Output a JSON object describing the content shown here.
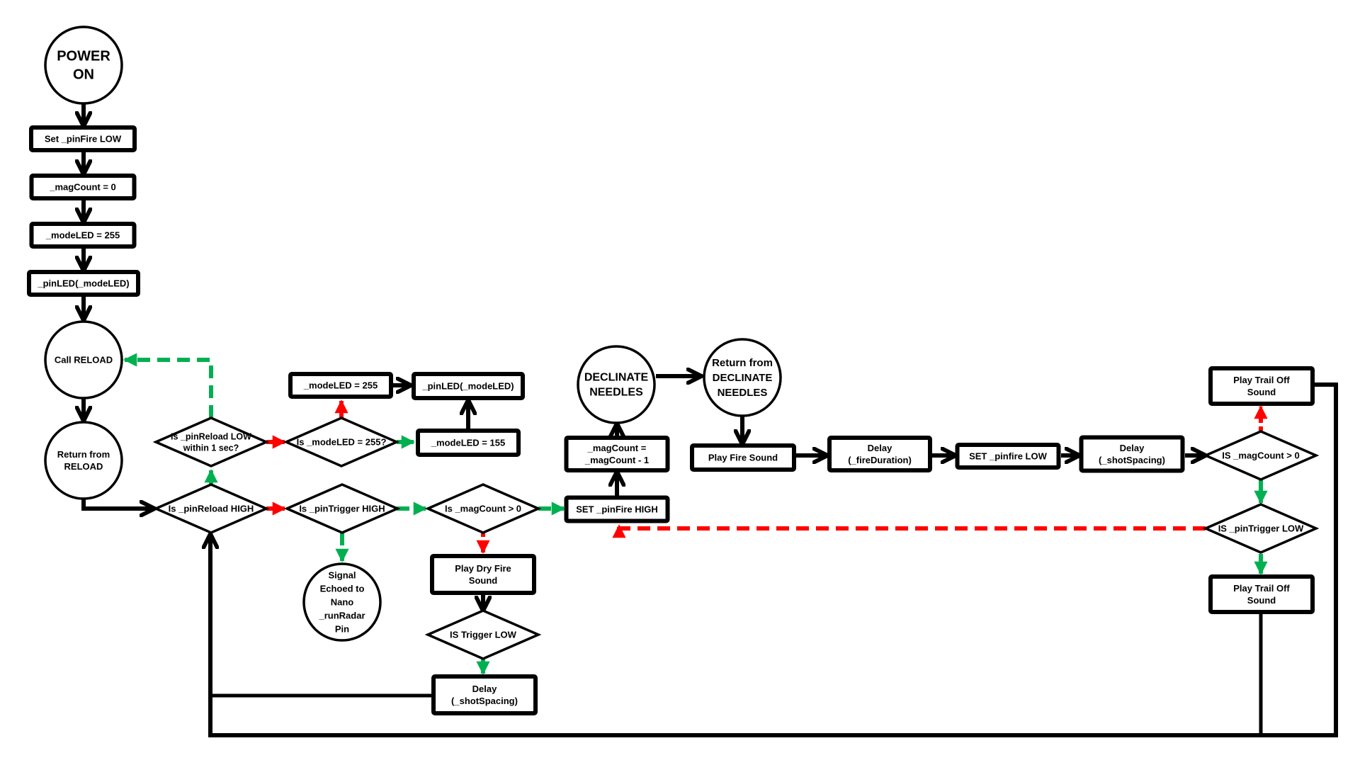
{
  "diagram": {
    "title": "Firing control flowchart",
    "colors": {
      "line": "#000000",
      "yes_branch": "#00b050",
      "no_branch": "#ff0000",
      "background": "#ffffff"
    },
    "nodes": {
      "power_on": [
        "POWER",
        "ON"
      ],
      "set_pinfire_low_init": [
        "Set _pinFire LOW"
      ],
      "magcount_zero": [
        "_magCount = 0"
      ],
      "modeled_255_init": [
        "_modeLED = 255"
      ],
      "pinled_init": [
        "_pinLED(_modeLED)"
      ],
      "call_reload": [
        "Call RELOAD"
      ],
      "return_reload": [
        "Return from",
        "RELOAD"
      ],
      "is_pinreload_high": [
        "Is _pinReload HIGH"
      ],
      "is_pinreload_low_1sec": [
        "Is _pinReload LOW",
        "within 1 sec?"
      ],
      "is_modeled_255": [
        "Is _modeLED = 255?"
      ],
      "modeled_set_255": [
        "_modeLED = 255"
      ],
      "pinled_update": [
        "_pinLED(_modeLED)"
      ],
      "modeled_set_155": [
        "_modeLED = 155"
      ],
      "is_pintrigger_high": [
        "Is _pinTrigger HIGH"
      ],
      "signal_echo": [
        "Signal",
        "Echoed to",
        "Nano",
        "_runRadar",
        "Pin"
      ],
      "is_magcount_gt0_a": [
        "Is _magCount > 0"
      ],
      "play_dry_fire": [
        "Play Dry Fire",
        "Sound"
      ],
      "is_trigger_low": [
        "IS Trigger LOW"
      ],
      "delay_shotspacing_a": [
        "Delay",
        "(_shotSpacing)"
      ],
      "set_pinfire_high": [
        "SET _pinFire HIGH"
      ],
      "magcount_decrement": [
        "_magCount =",
        "_magCount - 1"
      ],
      "declinate_needles": [
        "DECLINATE",
        "NEEDLES"
      ],
      "return_declinate": [
        "Return from",
        "DECLINATE",
        "NEEDLES"
      ],
      "play_fire_sound": [
        "Play Fire Sound"
      ],
      "delay_fireduration": [
        "Delay",
        "(_fireDuration)"
      ],
      "set_pinfire_low": [
        "SET _pinfire LOW"
      ],
      "delay_shotspacing_b": [
        "Delay",
        "(_shotSpacing)"
      ],
      "is_magcount_gt0_b": [
        "IS _magCount > 0"
      ],
      "is_pintrigger_low": [
        "IS _pinTrigger LOW"
      ],
      "play_trail_off_a": [
        "Play Trail Off",
        "Sound"
      ],
      "play_trail_off_b": [
        "Play Trail Off",
        "Sound"
      ]
    },
    "edges": [
      {
        "from": "power_on",
        "to": "set_pinfire_low_init",
        "type": "flow"
      },
      {
        "from": "set_pinfire_low_init",
        "to": "magcount_zero",
        "type": "flow"
      },
      {
        "from": "magcount_zero",
        "to": "modeled_255_init",
        "type": "flow"
      },
      {
        "from": "modeled_255_init",
        "to": "pinled_init",
        "type": "flow"
      },
      {
        "from": "pinled_init",
        "to": "call_reload",
        "type": "flow"
      },
      {
        "from": "call_reload",
        "to": "return_reload",
        "type": "flow"
      },
      {
        "from": "return_reload",
        "to": "is_pinreload_high",
        "type": "flow"
      },
      {
        "from": "is_pinreload_high",
        "to": "is_pinreload_low_1sec",
        "type": "yes"
      },
      {
        "from": "is_pinreload_high",
        "to": "is_pintrigger_high",
        "type": "no"
      },
      {
        "from": "is_pinreload_low_1sec",
        "to": "call_reload",
        "type": "yes"
      },
      {
        "from": "is_pinreload_low_1sec",
        "to": "is_modeled_255",
        "type": "no"
      },
      {
        "from": "is_modeled_255",
        "to": "modeled_set_255",
        "type": "no"
      },
      {
        "from": "is_modeled_255",
        "to": "modeled_set_155",
        "type": "yes"
      },
      {
        "from": "modeled_set_255",
        "to": "pinled_update",
        "type": "flow"
      },
      {
        "from": "modeled_set_155",
        "to": "pinled_update",
        "type": "flow"
      },
      {
        "from": "is_pintrigger_high",
        "to": "signal_echo",
        "type": "yes"
      },
      {
        "from": "is_pintrigger_high",
        "to": "is_magcount_gt0_a",
        "type": "yes"
      },
      {
        "from": "is_magcount_gt0_a",
        "to": "set_pinfire_high",
        "type": "yes"
      },
      {
        "from": "is_magcount_gt0_a",
        "to": "play_dry_fire",
        "type": "no"
      },
      {
        "from": "play_dry_fire",
        "to": "is_trigger_low",
        "type": "flow"
      },
      {
        "from": "is_trigger_low",
        "to": "delay_shotspacing_a",
        "type": "yes"
      },
      {
        "from": "delay_shotspacing_a",
        "to": "is_pinreload_high",
        "type": "flow"
      },
      {
        "from": "set_pinfire_high",
        "to": "magcount_decrement",
        "type": "flow"
      },
      {
        "from": "magcount_decrement",
        "to": "declinate_needles",
        "type": "flow"
      },
      {
        "from": "declinate_needles",
        "to": "return_declinate",
        "type": "flow"
      },
      {
        "from": "return_declinate",
        "to": "play_fire_sound",
        "type": "flow"
      },
      {
        "from": "play_fire_sound",
        "to": "delay_fireduration",
        "type": "flow"
      },
      {
        "from": "delay_fireduration",
        "to": "set_pinfire_low",
        "type": "flow"
      },
      {
        "from": "set_pinfire_low",
        "to": "delay_shotspacing_b",
        "type": "flow"
      },
      {
        "from": "delay_shotspacing_b",
        "to": "is_magcount_gt0_b",
        "type": "flow"
      },
      {
        "from": "is_magcount_gt0_b",
        "to": "play_trail_off_a",
        "type": "no"
      },
      {
        "from": "is_magcount_gt0_b",
        "to": "is_pintrigger_low",
        "type": "yes"
      },
      {
        "from": "is_pintrigger_low",
        "to": "set_pinfire_high",
        "type": "no"
      },
      {
        "from": "is_pintrigger_low",
        "to": "play_trail_off_b",
        "type": "yes"
      },
      {
        "from": "play_trail_off_a",
        "to": "is_pinreload_high",
        "type": "flow"
      },
      {
        "from": "play_trail_off_b",
        "to": "is_pinreload_high",
        "type": "flow"
      }
    ]
  }
}
